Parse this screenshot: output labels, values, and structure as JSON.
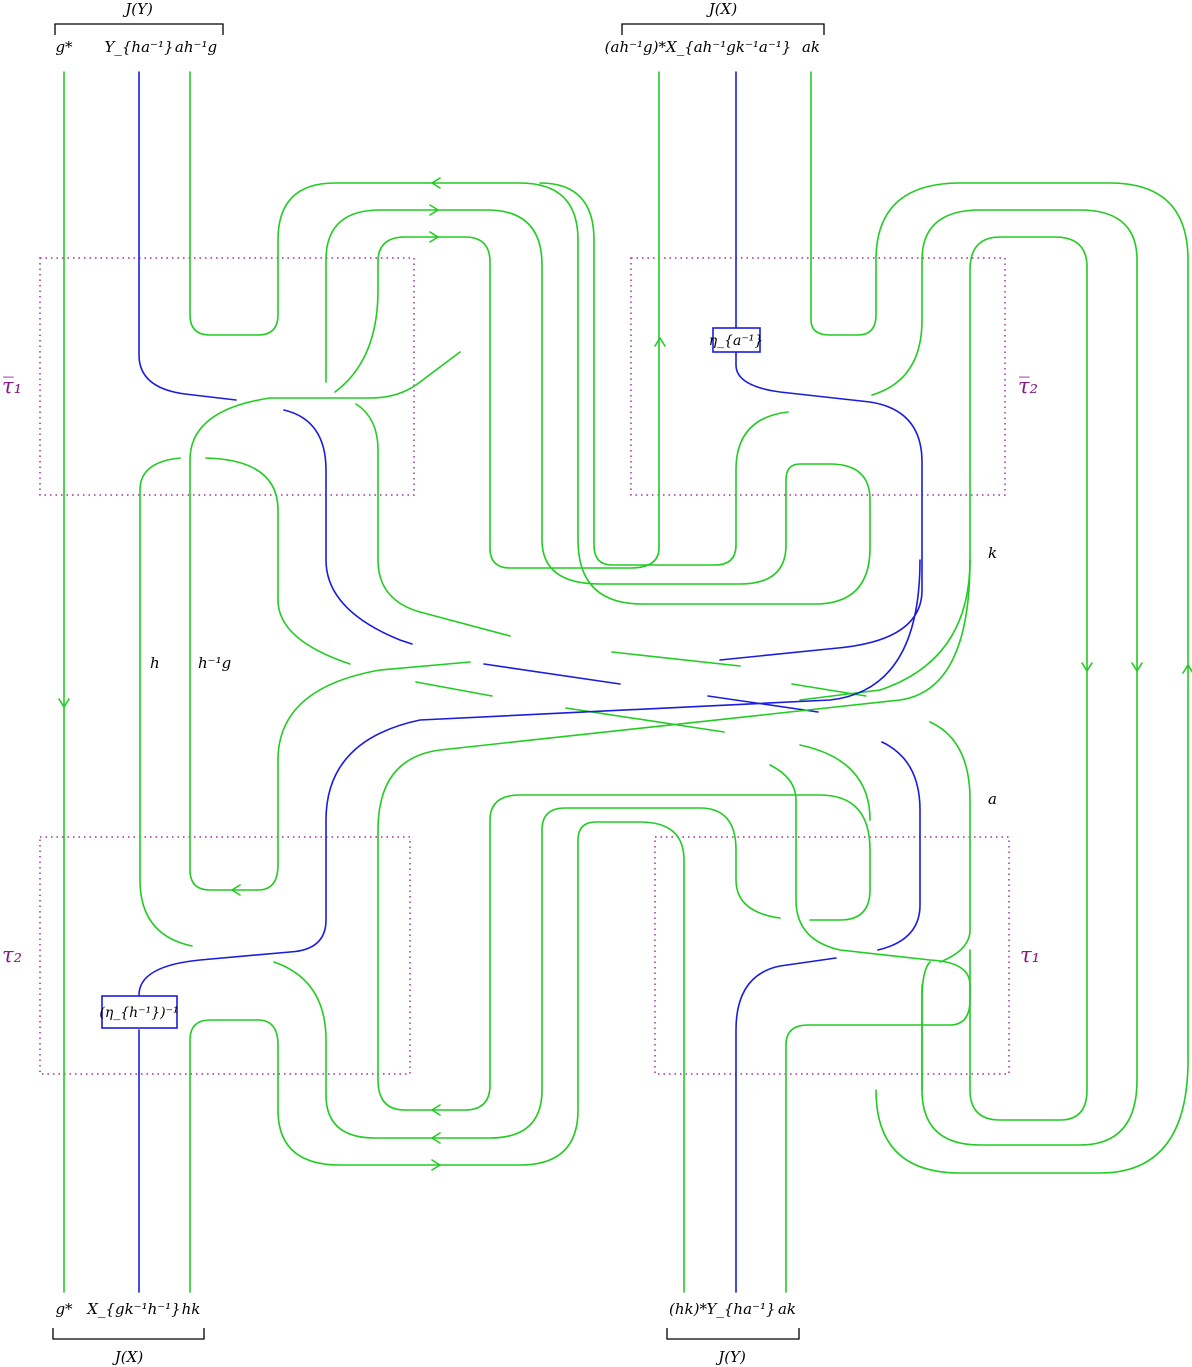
{
  "top_left": {
    "bracket": "J(Y)",
    "labels": [
      "g*",
      "Y_{ha⁻¹}",
      "ah⁻¹g"
    ]
  },
  "top_right": {
    "bracket": "J(X)",
    "labels": [
      "(ah⁻¹g)*X_{ah⁻¹gk⁻¹a⁻¹}",
      "ak"
    ]
  },
  "bottom_left": {
    "bracket": "J(X)",
    "labels": [
      "g*",
      "X_{gk⁻¹h⁻¹}",
      "hk"
    ]
  },
  "bottom_right": {
    "bracket": "J(Y)",
    "labels": [
      "(hk)*",
      "Y_{ha⁻¹}",
      "ak"
    ]
  },
  "boxes": {
    "top_left": "τ̅₁",
    "top_right": "τ̅₂",
    "bottom_left": "τ₂",
    "bottom_right": "τ₁"
  },
  "morphisms": {
    "top": "η_{a⁻¹}",
    "bottom": "(η_{h⁻¹})⁻¹"
  },
  "strand_labels": {
    "h": "h",
    "h_inv_g": "h⁻¹g",
    "k": "k",
    "a": "a"
  },
  "colors": {
    "green": "#22cc22",
    "blue": "#1c1cdd",
    "purple": "#8b1a8b"
  }
}
